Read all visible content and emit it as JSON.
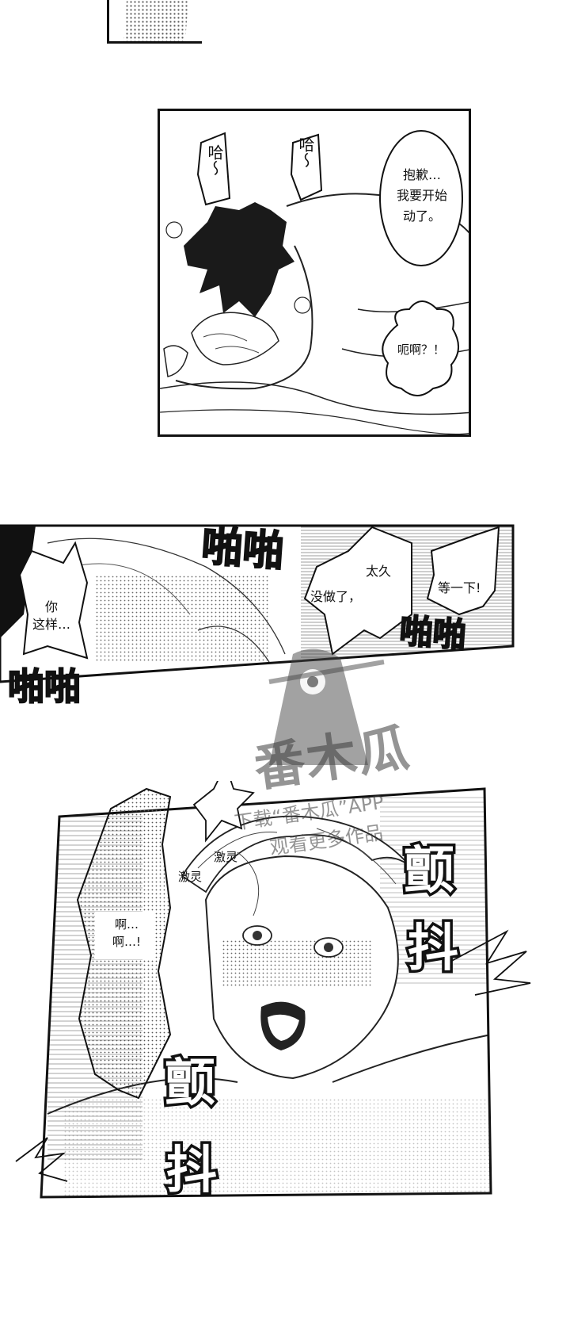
{
  "panel2": {
    "bubbles": {
      "ha_left": "哈～",
      "ha_right": "哈～",
      "apology": "抱歉…\n我要开始\n动了。",
      "surprise": "呃啊？！"
    }
  },
  "panel3": {
    "sfx_papa_top": "啪啪",
    "sfx_papa_mid": "啪啪",
    "sfx_papa_bottom": "啪啪",
    "bubbles": {
      "you_like_this": "你\n这样…",
      "too_long_1": "太久",
      "too_long_2": "没做了，",
      "wait": "等一下!"
    }
  },
  "watermark": {
    "logo_text": "番木瓜",
    "line1": "下载“番木瓜”APP",
    "line2": "观看更多作品"
  },
  "panel4": {
    "sfx_shiver_left": "激灵",
    "sfx_shiver_right": "激灵",
    "moan": "啊…\n啊…!",
    "sfx_tremble_right_1": "颤",
    "sfx_tremble_right_2": "抖",
    "sfx_tremble_left_1": "颤",
    "sfx_tremble_left_2": "抖"
  }
}
